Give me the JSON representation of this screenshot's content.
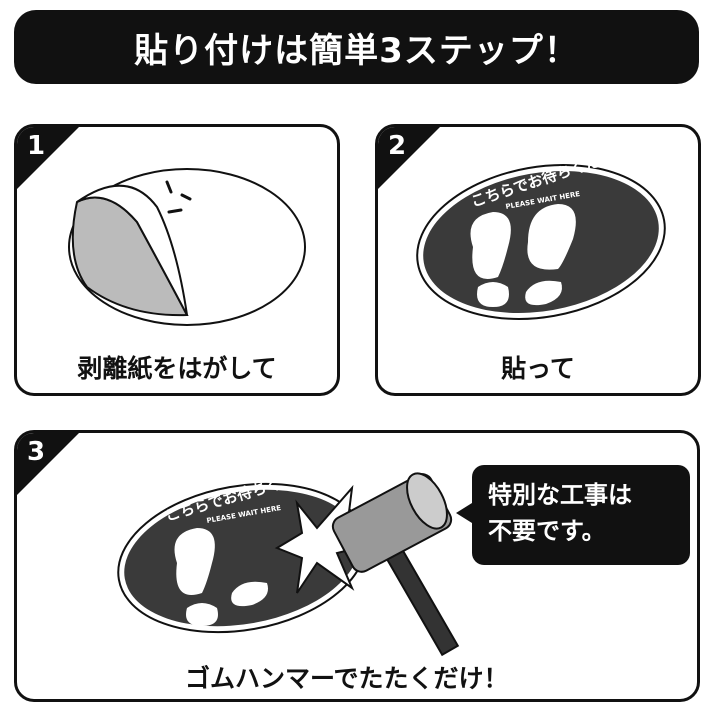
{
  "title": "貼り付けは簡単3ステップ！",
  "steps": [
    {
      "number": "1",
      "caption": "剥離紙をはがして"
    },
    {
      "number": "2",
      "caption": "貼って"
    },
    {
      "number": "3",
      "caption": "ゴムハンマーでたたくだけ！"
    }
  ],
  "sticker": {
    "jp_text": "こちらでお待ちください",
    "en_text": "PLEASE WAIT HERE"
  },
  "bubble": {
    "line1": "特別な工事は",
    "line2": "不要です。"
  }
}
